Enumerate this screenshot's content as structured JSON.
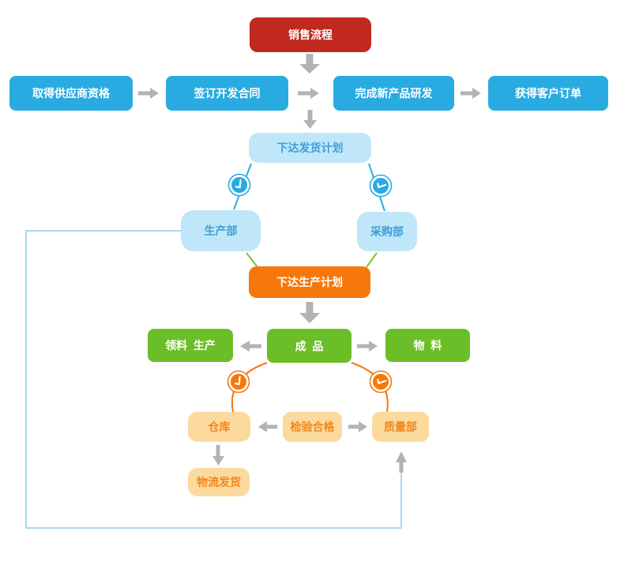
{
  "diagram": {
    "type": "flowchart",
    "language": "zh-CN"
  },
  "nodes": {
    "sales_process": {
      "label": "销售流程"
    },
    "supplier_qualification": {
      "label": "取得供应商资格"
    },
    "development_contract": {
      "label": "签订开发合同"
    },
    "new_product_rd": {
      "label": "完成新产品研发"
    },
    "customer_order": {
      "label": "获得客户订单"
    },
    "shipping_plan": {
      "label": "下达发货计划"
    },
    "production_dept": {
      "label": "生产部"
    },
    "purchasing_dept": {
      "label": "采购部"
    },
    "production_plan": {
      "label": "下达生产计划"
    },
    "material_production": {
      "label": "领料  生产"
    },
    "finished_goods": {
      "label": "成  品"
    },
    "materials": {
      "label": "物  料"
    },
    "warehouse": {
      "label": "仓库"
    },
    "inspection_passed": {
      "label": "检验合格"
    },
    "quality_dept": {
      "label": "质量部"
    },
    "logistics_shipping": {
      "label": "物流发货"
    }
  },
  "icons": {
    "clock_blue": "clock-icon",
    "clock_orange": "clock-icon"
  },
  "colors": {
    "red_node": "#c1281e",
    "blue_node": "#29abe2",
    "light_blue_node_bg": "#bfe7f9",
    "light_blue_node_text": "#3e9ed9",
    "orange_node": "#f6780c",
    "green_node": "#6cbe28",
    "peach_node_bg": "#fcda9e",
    "peach_node_text": "#f1871c",
    "gray_arrow": "#b3b3b3",
    "blue_connector": "#29abe2",
    "green_connector": "#79c32e",
    "orange_connector": "#f6780c",
    "feedback_line": "#a5d9f3"
  }
}
